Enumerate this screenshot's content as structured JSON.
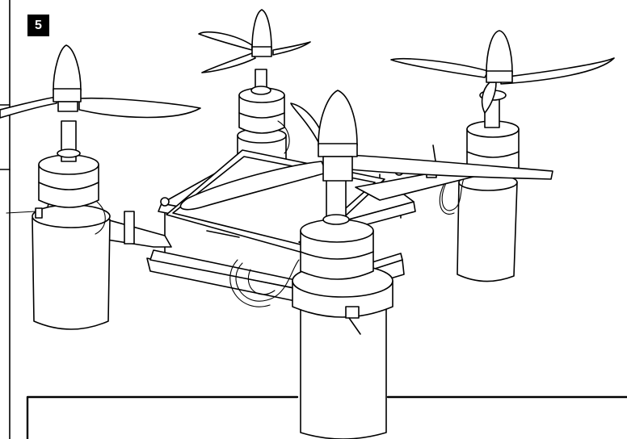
{
  "step": {
    "number": "5"
  },
  "colors": {
    "line": "#000000",
    "background": "#ffffff"
  },
  "illustration": {
    "subject": "quadcopter",
    "motor_count": 4,
    "propeller_count": 4
  },
  "caption_box": {
    "text": ""
  }
}
